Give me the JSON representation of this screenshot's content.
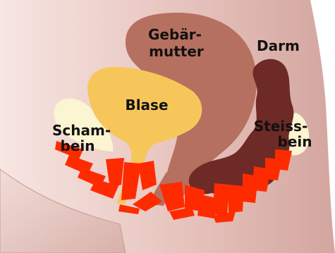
{
  "labels": {
    "uterus_line1": "Gebär-",
    "uterus_line2": "mutter",
    "bowel": "Darm",
    "bladder": "Blase",
    "pubic_line1": "Scham-",
    "pubic_line2": "bein",
    "coccyx_line1": "Steiss-",
    "coccyx_line2": "bein"
  },
  "colors": {
    "skin": "#e9c6c0",
    "skin_dark": "#c99a93",
    "uterus": "#b6705f",
    "bowel": "#6e2a26",
    "bladder": "#f7c65a",
    "bone": "#fbf5d2",
    "pelvic_floor": "#ff2b00"
  }
}
